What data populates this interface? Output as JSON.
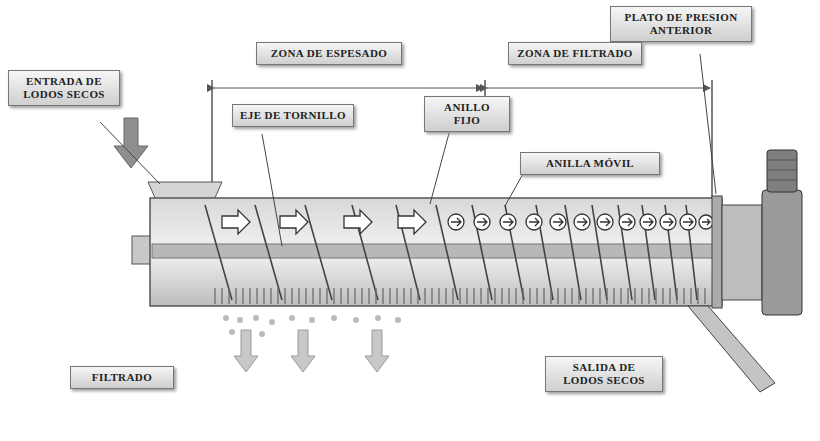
{
  "diagram": {
    "nodes": [
      {
        "text": [
          "PLATO DE PRESION ANTERIOR"
        ]
      },
      {
        "text": [
          "ZONA DE ESPESADO"
        ]
      },
      {
        "text": [
          "ZONA DE FILTRADO"
        ]
      },
      {
        "text": [
          "ENTRADA DE LODOS SECOS"
        ]
      },
      {
        "text": [
          "EJE DE TORNILLO"
        ]
      },
      {
        "text": [
          "ANILLO FIJO"
        ]
      },
      {
        "text": [
          "ANILLA MÓVIL"
        ]
      },
      {
        "text": [
          "FILTRADO"
        ]
      },
      {
        "text": [
          "SALIDA DE LODOS SECOS"
        ]
      }
    ]
  }
}
